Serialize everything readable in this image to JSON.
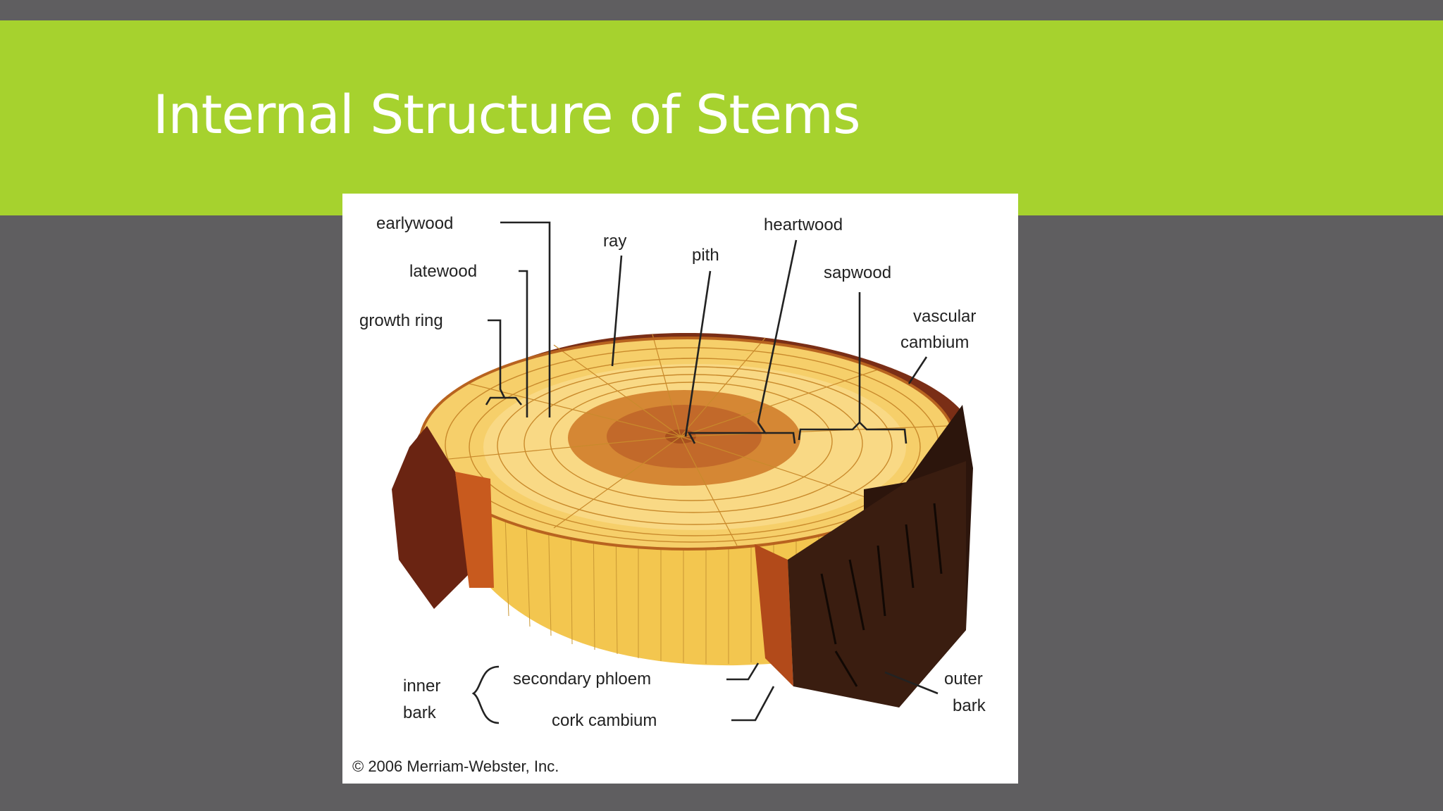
{
  "slide": {
    "title": "Internal Structure of Stems"
  },
  "diagram": {
    "labels": {
      "earlywood": "earlywood",
      "latewood": "latewood",
      "growth_ring": "growth ring",
      "ray": "ray",
      "pith": "pith",
      "heartwood": "heartwood",
      "sapwood": "sapwood",
      "vascular_cambium_1": "vascular",
      "vascular_cambium_2": "cambium",
      "inner_bark_1": "inner",
      "inner_bark_2": "bark",
      "secondary_phloem": "secondary phloem",
      "cork_cambium": "cork cambium",
      "outer_bark_1": "outer",
      "outer_bark_2": "bark"
    },
    "copyright": "© 2006 Merriam-Webster, Inc."
  }
}
